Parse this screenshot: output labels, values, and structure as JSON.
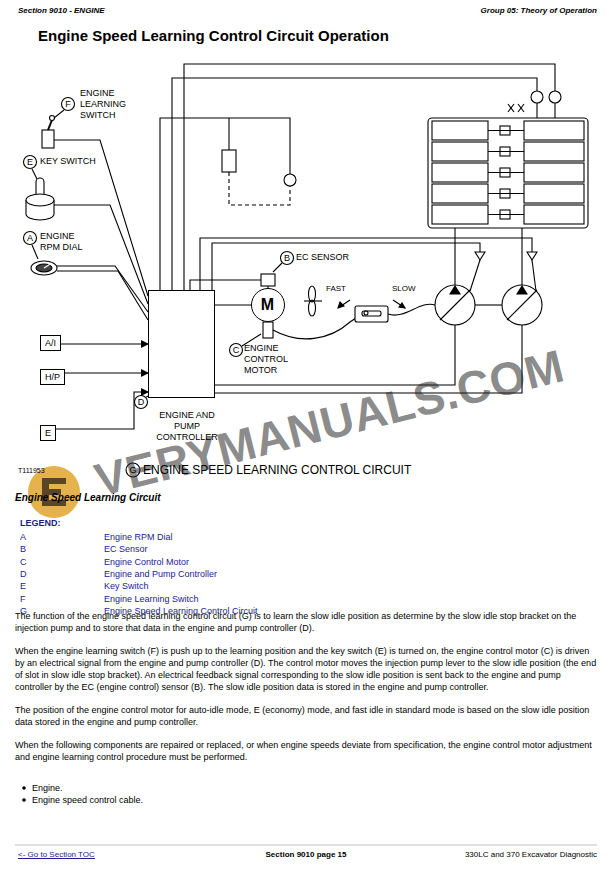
{
  "diagram": {
    "title": "Engine Speed Learning Control Circuit Operation",
    "caption": "Engine Speed Learning Circuit",
    "nodes": [
      {
        "text": [
          "A/I"
        ]
      },
      {
        "text": [
          "H/P"
        ]
      },
      {
        "text": [
          "E"
        ]
      },
      {
        "text": [
          "ENGINE AND PUMP CONTROLLER"
        ]
      },
      {
        "text": [
          "M"
        ]
      }
    ],
    "edges": [
      {
        "from": 0,
        "to": 3,
        "arrow": "to"
      },
      {
        "from": 1,
        "to": 3,
        "arrow": "to"
      },
      {
        "from": 2,
        "to": 3,
        "arrow": "to"
      },
      {
        "from": 3,
        "to": 4,
        "arrow": "none"
      }
    ],
    "labels": [
      "Section 9010 - ENGINE",
      "Group 05: Theory of Operation",
      "F",
      "ENGINE LEARNING SWITCH",
      "E",
      "KEY SWITCH",
      "A",
      "ENGINE RPM DIAL",
      "B",
      "EC SENSOR",
      "C",
      "ENGINE CONTROL MOTOR",
      "D",
      "FAST",
      "SLOW",
      "T111953",
      "G",
      "ENGINE SPEED LEARNING CONTROL CIRCUIT",
      "LEGEND:",
      "A",
      "B",
      "C",
      "D",
      "E",
      "F",
      "G",
      "The function of the engine speed learning control circuit (G) is to learn the slow idle position as determine by the slow idle stop bracket on the injection pump and to store that data in the engine and pump controller (D).",
      "When the engine learning switch (F) is push up to the learning position and the key switch (E) is turned on, the engine control motor (C) is driven by an electrical signal from the engine and pump controller (D). The control motor moves the injection pump lever to the slow idle position (the end of slot in slow idle stop bracket). An electrical feedback signal corresponding to the slow idle position is sent back to the engine and pump controller by the EC (engine control) sensor (B). The slow idle position data is stored in the engine and pump controller.",
      "The position of the engine control motor for auto-idle mode, E (economy) mode, and fast idle in standard mode is based on the slow idle position data stored in the engine and pump controller.",
      "When the following components are repaired or replaced, or when engine speeds deviate from specification, the engine control motor adjustment and engine learning control procedure must be performed.",
      "Engine.",
      "Engine speed control cable.",
      "<- Go to Section TOC",
      "Section 9010 page 15",
      "330LC and 370 Excavator Diagnostic",
      "VERYMANUALS.COM"
    ],
    "legend": [
      {
        "text": "Engine RPM Dial"
      },
      {
        "text": "EC Sensor"
      },
      {
        "text": "Engine Control Motor"
      },
      {
        "text": "Engine and Pump Controller"
      },
      {
        "text": "Key Switch"
      },
      {
        "text": "Engine Learning Switch"
      },
      {
        "text": "Engine Speed Learning Control Circuit"
      }
    ]
  }
}
